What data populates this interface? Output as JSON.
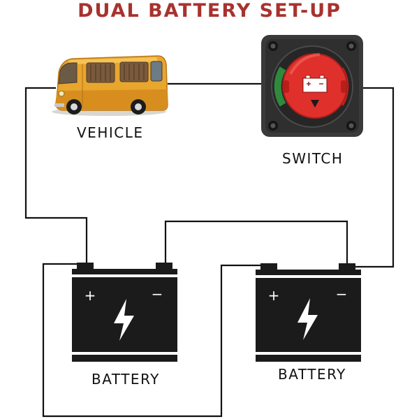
{
  "title": "DUAL BATTERY SET-UP",
  "colors": {
    "title": "#A8322E",
    "wire": "#111111",
    "battery": "#1b1b1b",
    "van_body": "#E9A62D",
    "switch_knob": "#E0302B",
    "switch_green": "#2E8B3D",
    "switch_base": "#3a3a3a"
  },
  "labels": {
    "vehicle": "VEHICLE",
    "switch": "SWITCH",
    "battery_left": "BATTERY",
    "battery_right": "BATTERY"
  },
  "battery_terminals": {
    "plus": "+",
    "minus": "−"
  },
  "icons": {
    "vehicle": "van-icon",
    "switch": "battery-switch-icon",
    "battery": "battery-icon",
    "lightning": "lightning-bolt-icon"
  }
}
